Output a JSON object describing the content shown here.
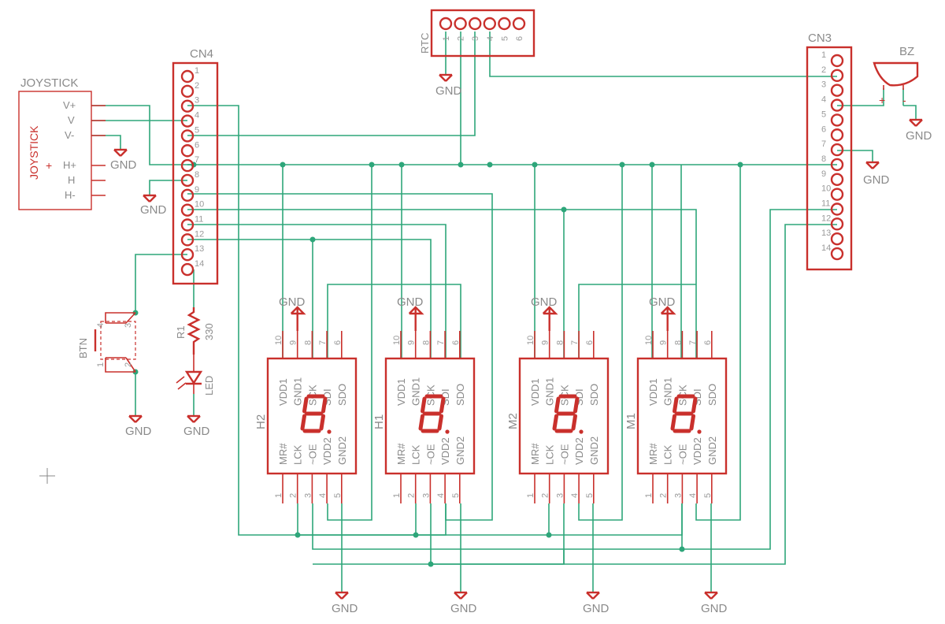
{
  "colors": {
    "wire": "#2ea67a",
    "part": "#c9302c",
    "label": "#8a8a8a"
  },
  "joystick": {
    "title": "JOYSTICK",
    "body_label": "JOYSTICK",
    "plus": "+",
    "pins": [
      "V+",
      "V",
      "V-",
      "H+",
      "H",
      "H-"
    ]
  },
  "cn4": {
    "name": "CN4",
    "pins": [
      "1",
      "2",
      "3",
      "4",
      "5",
      "6",
      "7",
      "8",
      "9",
      "10",
      "11",
      "12",
      "13",
      "14"
    ]
  },
  "cn3": {
    "name": "CN3",
    "pins": [
      "1",
      "2",
      "3",
      "4",
      "5",
      "6",
      "7",
      "8",
      "9",
      "10",
      "11",
      "12",
      "13",
      "14"
    ]
  },
  "rtc": {
    "name": "RTC",
    "pins": [
      "1",
      "2",
      "3",
      "4",
      "5",
      "6"
    ]
  },
  "buzzer": {
    "name": "BZ",
    "plus": "+",
    "minus": "-"
  },
  "button": {
    "name": "BTN",
    "pins": [
      "1",
      "2",
      "3",
      "4"
    ]
  },
  "resistor": {
    "name": "R1",
    "value": "330"
  },
  "led": {
    "name": "LED"
  },
  "ground_label": "GND",
  "display_pins": {
    "top_numbers": [
      "10",
      "9",
      "8",
      "7",
      "6"
    ],
    "top_names": [
      "VDD1",
      "GND1",
      "SCK",
      "SDI",
      "SDO"
    ],
    "bottom_names": [
      "MR#",
      "LCK",
      "~OE",
      "VDD2",
      "GND2"
    ],
    "bottom_numbers": [
      "1",
      "2",
      "3",
      "4",
      "5"
    ]
  },
  "displays": [
    {
      "name": "H2"
    },
    {
      "name": "H1"
    },
    {
      "name": "M2"
    },
    {
      "name": "M1"
    }
  ]
}
